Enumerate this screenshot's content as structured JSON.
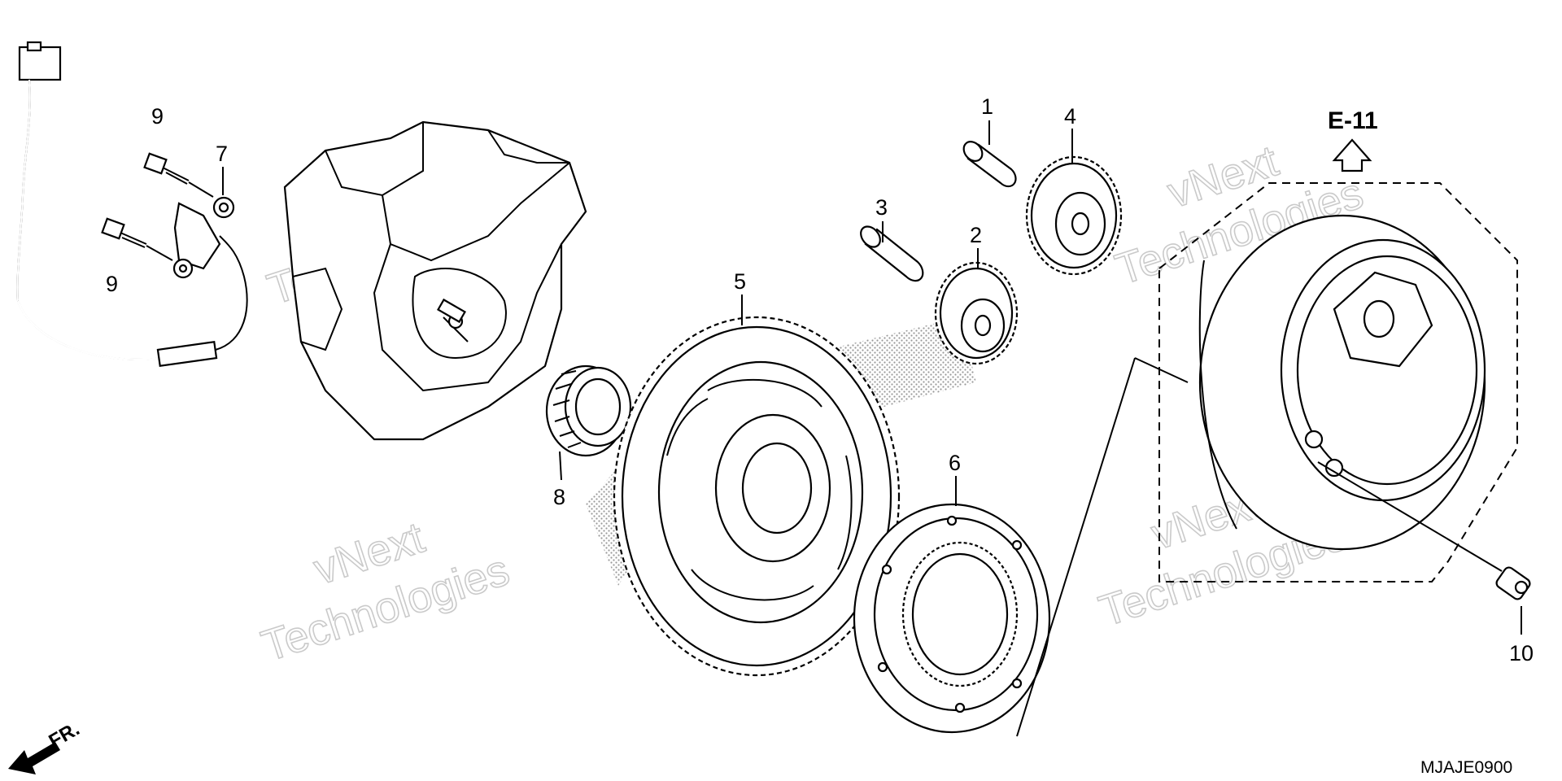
{
  "diagram": {
    "callouts": [
      "1",
      "2",
      "3",
      "4",
      "5",
      "6",
      "7",
      "8",
      "9",
      "9",
      "10"
    ],
    "reference_label": "E-11",
    "front_label": "FR.",
    "diagram_code": "MJAJE0900",
    "watermark": [
      "vNext",
      "Technologies"
    ]
  },
  "colors": {
    "ink": "#000000",
    "watermark": "#c8c8c8",
    "background": "#ffffff"
  },
  "icons": [
    "front-direction-arrow-icon",
    "reference-arrow-icon"
  ]
}
